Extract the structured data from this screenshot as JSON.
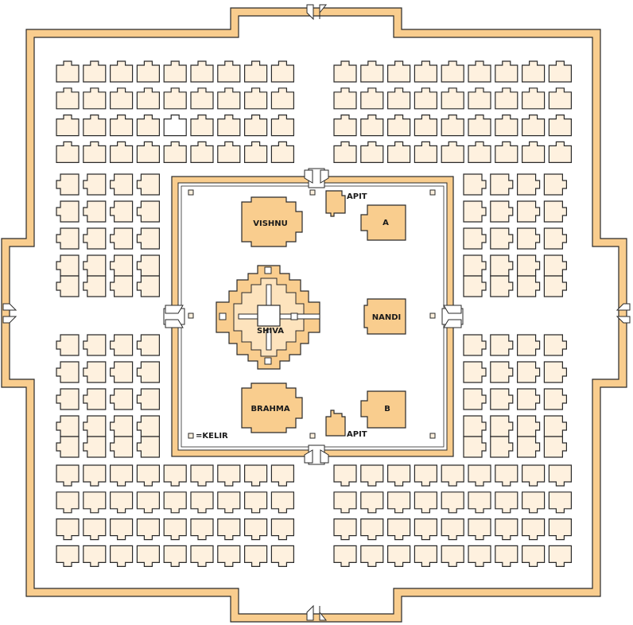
{
  "colors": {
    "wall": "#f9cd8e",
    "courtyard": "#ffffff",
    "shrine": "#fef1df",
    "major": "#f9cd8e",
    "inner": "#fde3bd",
    "outline": "#2a2a2a",
    "text": "#1a1a1a"
  },
  "labels": {
    "vishnu": "VISHNU",
    "brahma": "BRAHMA",
    "shiva": "SHIVA",
    "nandi": "NANDI",
    "a": "A",
    "b": "B",
    "apit_top": "APIT",
    "apit_bottom": "APIT",
    "legend": "=KELIR"
  },
  "perwara": {
    "total_shrines": 224,
    "open_shrine": {
      "row": 3,
      "column": 5
    }
  }
}
